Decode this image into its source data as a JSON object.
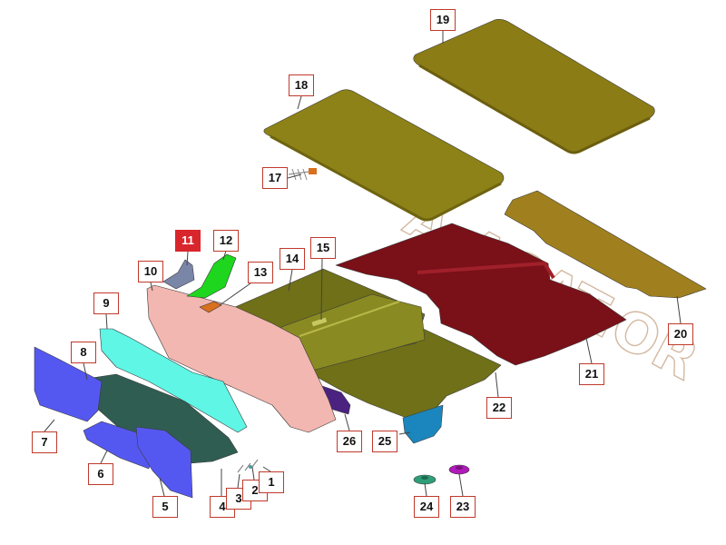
{
  "diagram": {
    "watermark": "A.ACAT.OR",
    "active_callout": "11",
    "colors": {
      "active_callout_bg": "#d9262c",
      "callout_border": "#c0392b",
      "headliner_front": "#8d8218",
      "headliner_rear": "#8b7c16",
      "rear_floor_mat": "#a0801e",
      "floor_carpet": "#7a1018",
      "center_mat": "#6f7018",
      "side_panel_pink": "#f2b7b0",
      "side_panel_cyan": "#5ff6e6",
      "door_panel_blue": "#5558f0",
      "sill_panel_green": "#2f5d52",
      "bracket_green": "#1ed61e",
      "bracket_grey": "#7a86a8",
      "bracket_orange": "#d8701e",
      "purple_pad": "#4b2280",
      "blue_pad": "#1a86bd",
      "clip_teal": "#2f9e78",
      "clip_magenta": "#b01ab8"
    },
    "callouts": [
      {
        "id": "1",
        "label": "1"
      },
      {
        "id": "2",
        "label": "2"
      },
      {
        "id": "3",
        "label": "3"
      },
      {
        "id": "4",
        "label": "4"
      },
      {
        "id": "5",
        "label": "5"
      },
      {
        "id": "6",
        "label": "6"
      },
      {
        "id": "7",
        "label": "7"
      },
      {
        "id": "8",
        "label": "8"
      },
      {
        "id": "9",
        "label": "9"
      },
      {
        "id": "10",
        "label": "10"
      },
      {
        "id": "11",
        "label": "11"
      },
      {
        "id": "12",
        "label": "12"
      },
      {
        "id": "13",
        "label": "13"
      },
      {
        "id": "14",
        "label": "14"
      },
      {
        "id": "15",
        "label": "15"
      },
      {
        "id": "17",
        "label": "17"
      },
      {
        "id": "18",
        "label": "18"
      },
      {
        "id": "19",
        "label": "19"
      },
      {
        "id": "20",
        "label": "20"
      },
      {
        "id": "21",
        "label": "21"
      },
      {
        "id": "22",
        "label": "22"
      },
      {
        "id": "23",
        "label": "23"
      },
      {
        "id": "24",
        "label": "24"
      },
      {
        "id": "25",
        "label": "25"
      },
      {
        "id": "26",
        "label": "26"
      }
    ]
  }
}
